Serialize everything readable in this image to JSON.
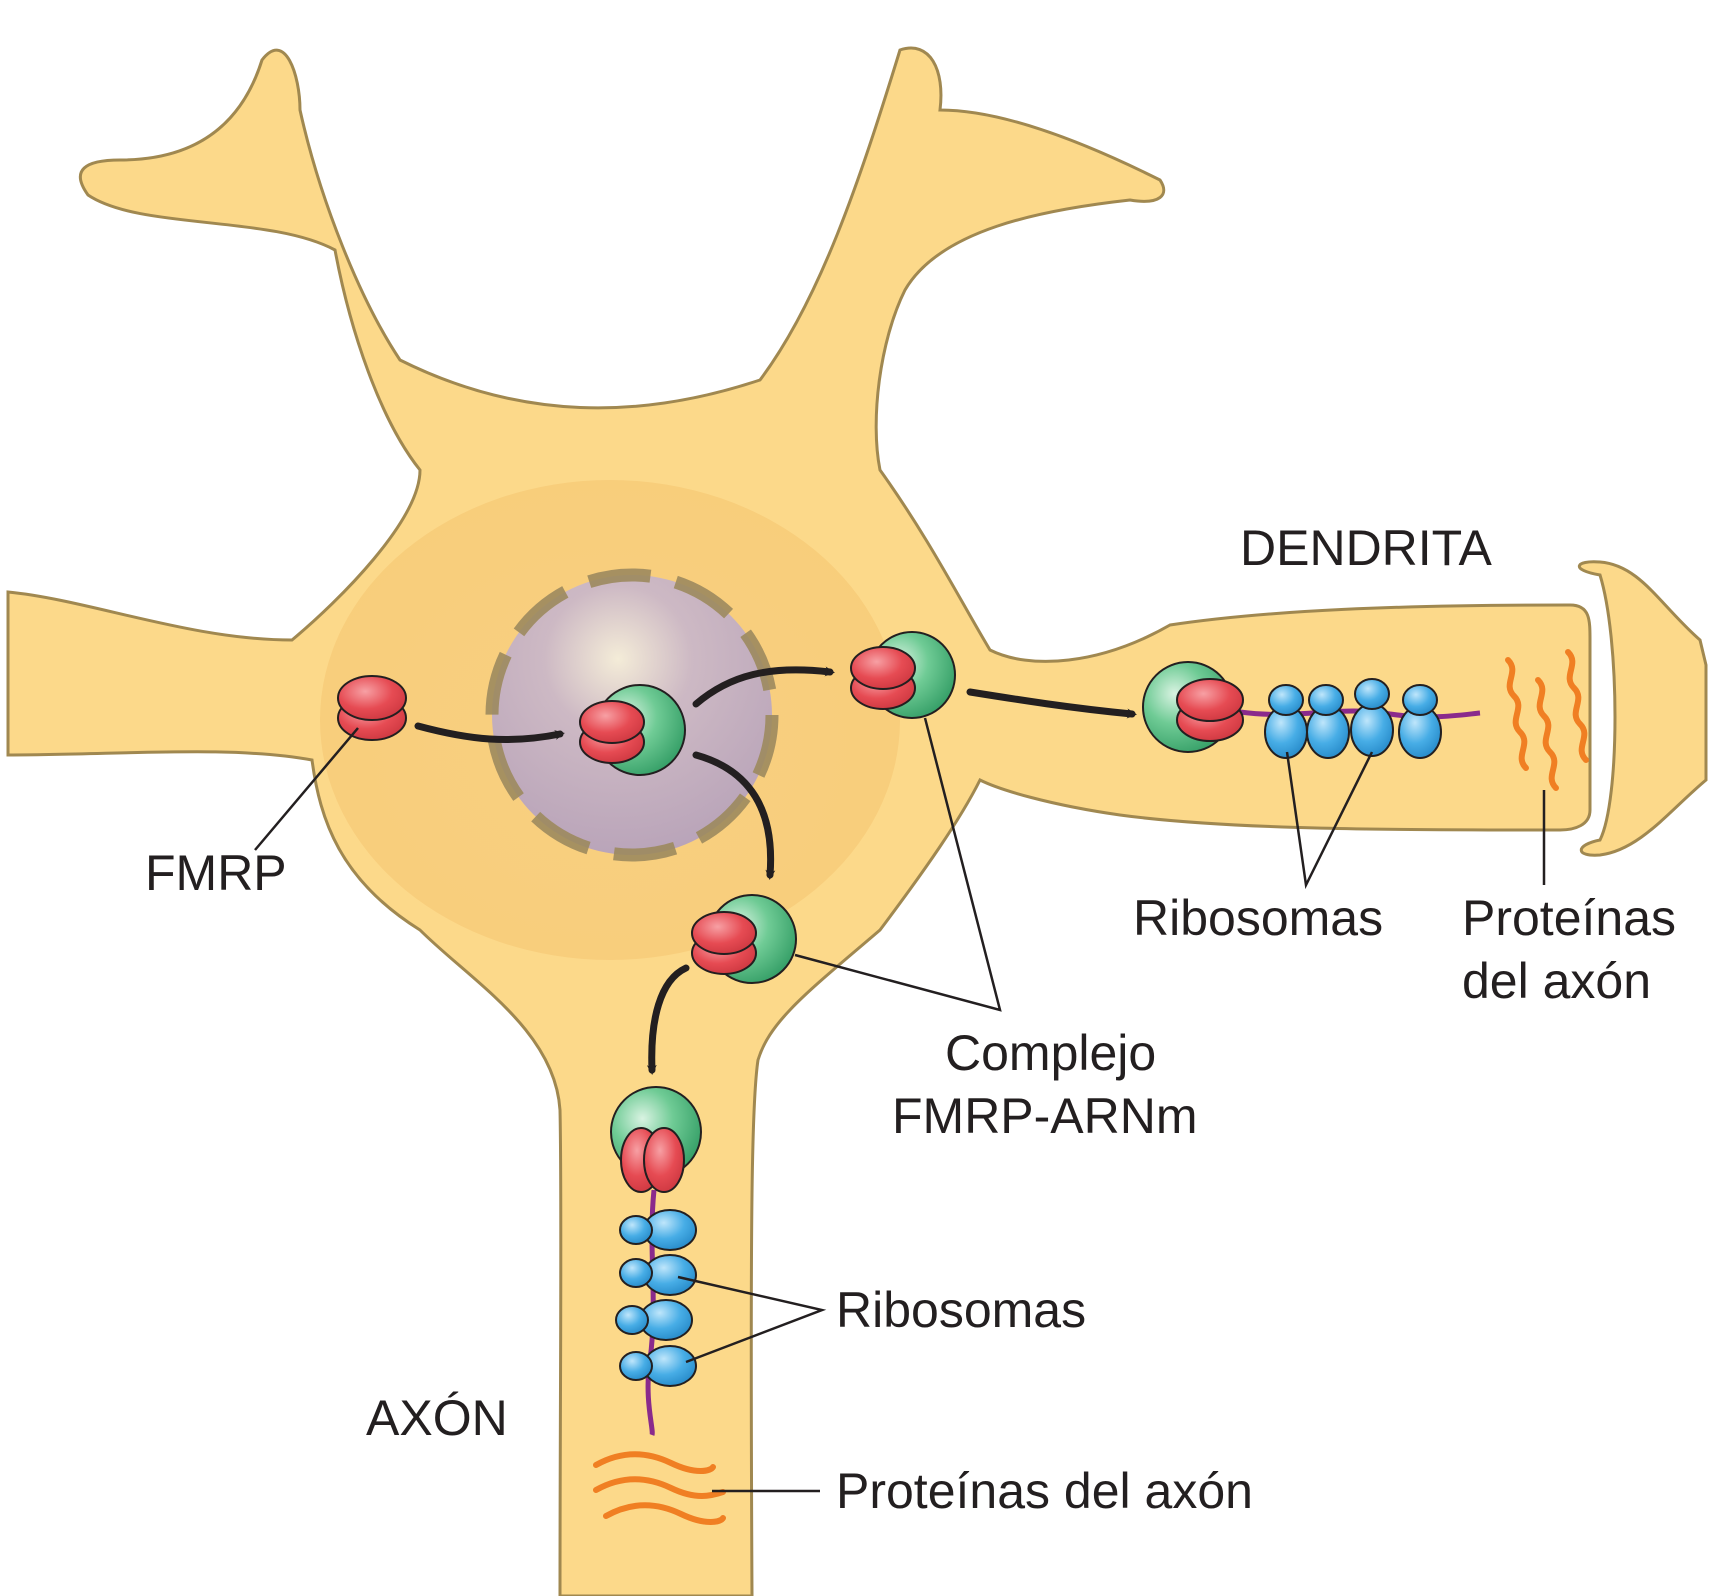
{
  "labels": {
    "dendrita": "DENDRITA",
    "fmrp": "FMRP",
    "ribosomas_dendrita": "Ribosomas",
    "proteinas_dendrita_1": "Proteínas",
    "proteinas_dendrita_2": "del axón",
    "complejo_1": "Complejo",
    "complejo_2": "FMRP-ARNm",
    "ribosomas_axon": "Ribosomas",
    "axon": "AXÓN",
    "proteinas_axon": "Proteínas del axón"
  },
  "colors": {
    "cytoplasm": "#fcd98a",
    "outline": "#a08850",
    "nucleus": "#c8b4c2",
    "nuclear_envelope": "#9c8a5e",
    "fmrp": "#e8474f",
    "mrna_complex": "#4fb87e",
    "ribosome": "#3fa7e2",
    "mrna": "#8a2a8c",
    "protein": "#f07f23",
    "arrow": "#231f20"
  }
}
